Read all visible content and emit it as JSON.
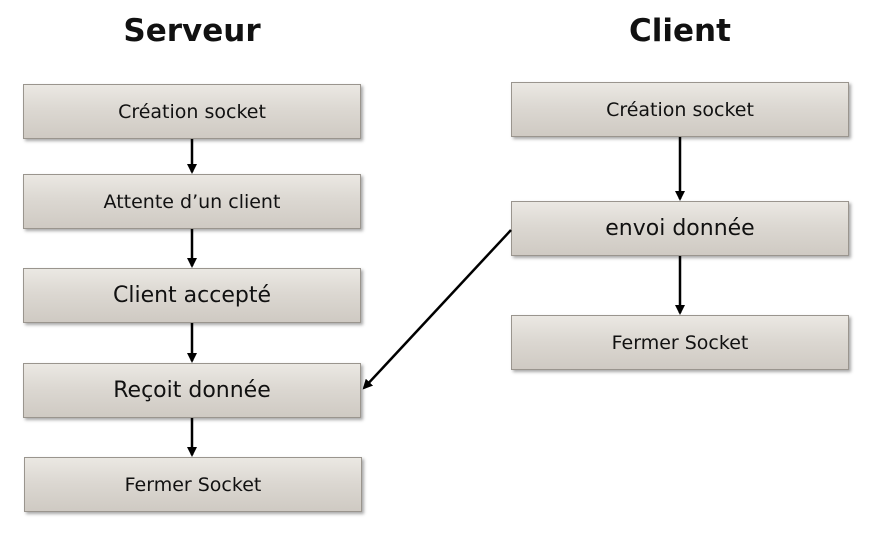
{
  "server": {
    "title": "Serveur",
    "steps": [
      "Création socket",
      "Attente d’un client",
      "Client accepté",
      "Reçoit donnée",
      "Fermer Socket"
    ]
  },
  "client": {
    "title": "Client",
    "steps": [
      "Création socket",
      "envoi donnée",
      "Fermer Socket"
    ]
  }
}
